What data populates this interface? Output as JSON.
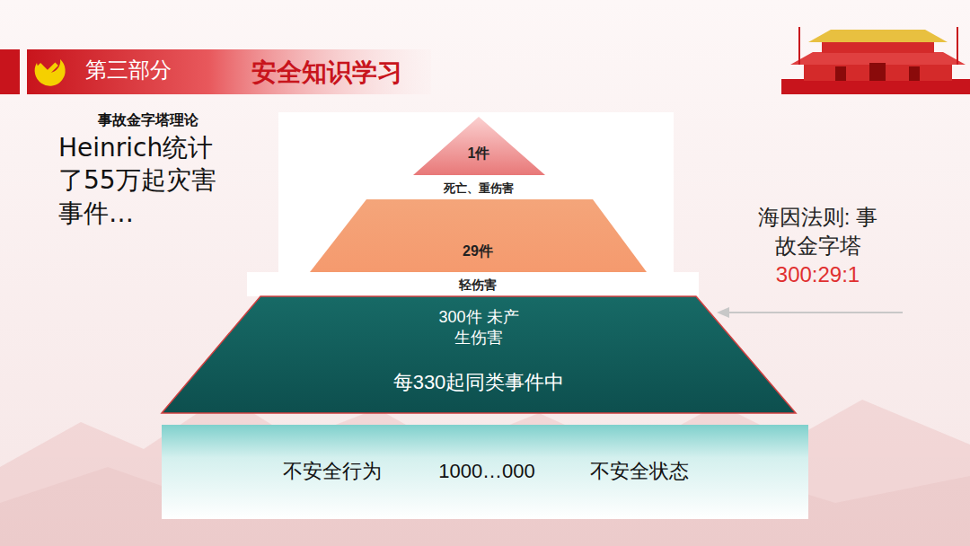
{
  "diagram": {
    "title": "安全知识学习",
    "nodes": [
      {
        "text": [
          "1件",
          "死亡、重伤害"
        ]
      },
      {
        "text": [
          "29件",
          "轻伤害"
        ]
      },
      {
        "text": [
          "300件 未产生伤害",
          "每330起同类事件中"
        ]
      },
      {
        "text": [
          "不安全行为",
          "1000…000",
          "不安全状态"
        ]
      }
    ],
    "labels": [
      "第三部分",
      "事故金字塔理论",
      "Heinrich统计了55万起灾害事件…",
      "海因法则: 事故金字塔",
      "300:29:1"
    ]
  }
}
